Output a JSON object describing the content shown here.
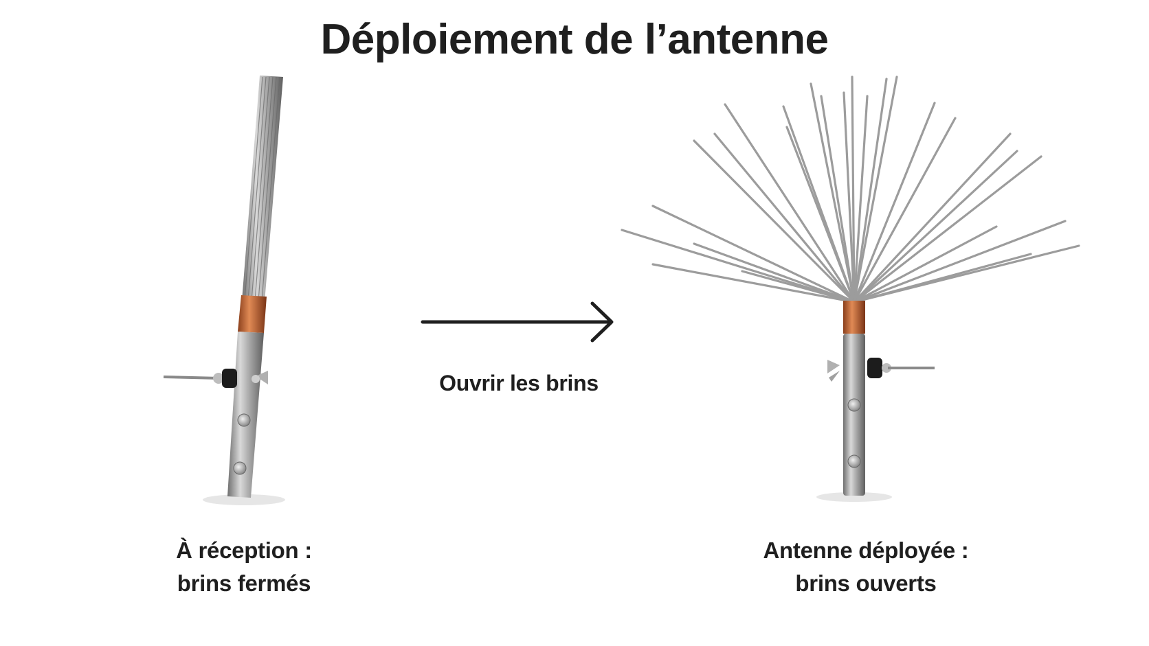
{
  "title": "Déploiement de l’antenne",
  "arrow_label": "Ouvrir les brins",
  "left_caption": {
    "line1": "À réception :",
    "line2": "brins fermés"
  },
  "right_caption": {
    "line1": "Antenne déployée :",
    "line2": "brins ouverts"
  },
  "colors": {
    "text": "#1f1f1f",
    "steel": "#9a9a9a",
    "copper": "#c0683a",
    "background": "#ffffff"
  }
}
